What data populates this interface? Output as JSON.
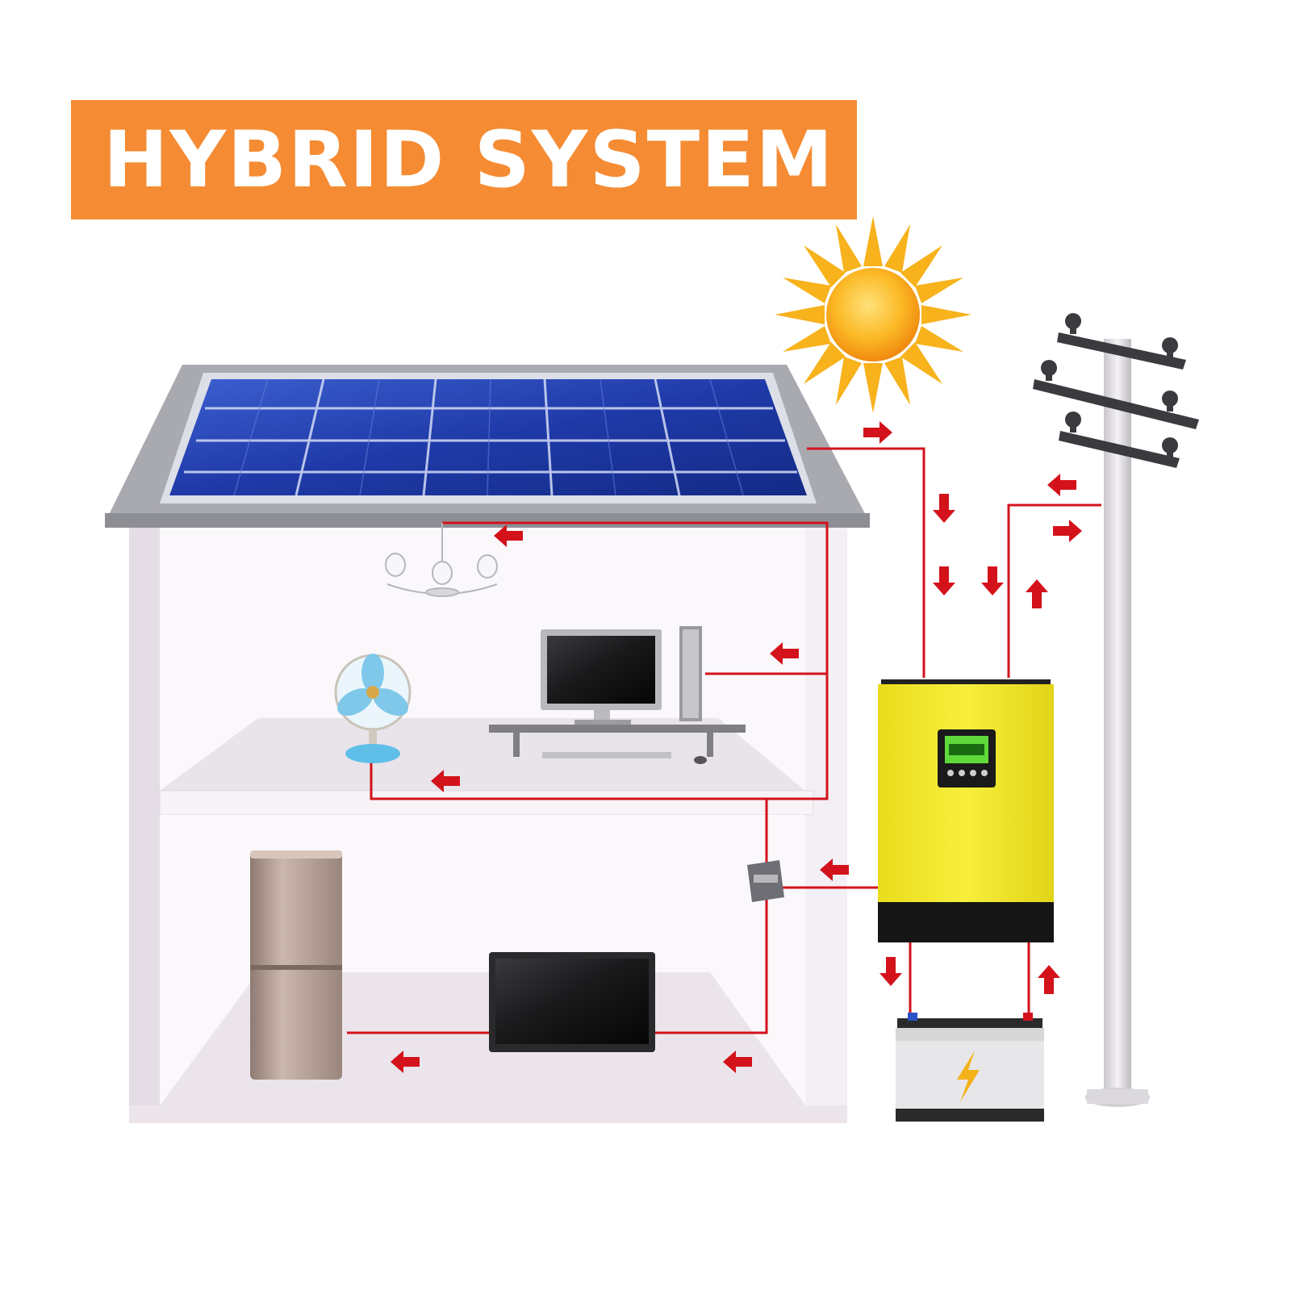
{
  "title": "HYBRID SYSTEM",
  "colors": {
    "banner": "#f58b33",
    "banner_text": "#ffffff",
    "wire": "#d3121b",
    "inverter": "#f3e931",
    "inverter_base": "#151515",
    "panel": "#1f3aa8",
    "house_wall": "#f3eef3",
    "roof": "#a9a9b0",
    "sun": "#f7a91a",
    "pole": "#d9d6dc"
  },
  "icons": [
    "sun-icon",
    "solar-panel",
    "utility-pole",
    "hybrid-inverter",
    "battery-icon",
    "lightning-icon",
    "chandelier-icon",
    "monitor-icon",
    "pc-tower-icon",
    "fan-icon",
    "refrigerator-icon",
    "tv-icon",
    "distribution-box-icon"
  ]
}
